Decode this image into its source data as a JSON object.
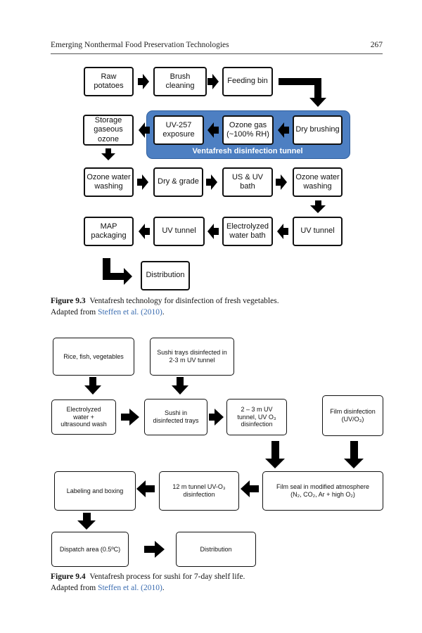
{
  "header": {
    "title": "Emerging Nonthermal Food Preservation Technologies",
    "page_number": "267"
  },
  "figure_9_3": {
    "tunnel_label": "Ventafresh disinfection tunnel",
    "boxes": {
      "raw_potatoes": "Raw\npotatoes",
      "brush_cleaning": "Brush\ncleaning",
      "feeding_bin": "Feeding bin",
      "storage_gaseous_ozone": "Storage\ngaseous\nozone",
      "uv257_exposure": "UV-257\nexposure",
      "ozone_gas": "Ozone gas\n(~100% RH)",
      "dry_brushing": "Dry brushing",
      "ozone_water_washing_1": "Ozone water\nwashing",
      "dry_grade": "Dry & grade",
      "us_uv_bath": "US & UV\nbath",
      "ozone_water_washing_2": "Ozone water\nwashing",
      "map_packaging": "MAP\npackaging",
      "uv_tunnel_1": "UV tunnel",
      "electrolyzed_water_bath": "Electrolyzed\nwater bath",
      "uv_tunnel_2": "UV tunnel",
      "distribution": "Distribution"
    },
    "caption": {
      "label": "Figure 9.3",
      "text": "Ventafresh technology for disinfection of fresh vegetables.",
      "adapted_prefix": "Adapted from ",
      "reference": "Steffen et al. (2010)",
      "adapted_suffix": "."
    }
  },
  "figure_9_4": {
    "boxes": {
      "rice_fish_vegetables": "Rice, fish, vegetables",
      "sushi_trays_disinfected": "Sushi trays disinfected in\n2-3 m UV tunnel",
      "electrolyzed_water_ultrasound": "Electrolyzed\nwater +\nultrasound wash",
      "sushi_in_disinfected_trays": "Sushi in\ndisinfected trays",
      "uv_tunnel_23m": "2 – 3 m UV\ntunnel, UV O₃\ndisinfection",
      "film_disinfection": "Film disinfection\n(UV/O₃)",
      "labeling_and_boxing": "Labeling and boxing",
      "tunnel_12m": "12 m tunnel UV-O₃\ndisinfection",
      "film_seal": "Film seal in modified atmosphere\n(N₂, CO₂, Ar + high O₂)",
      "dispatch_area": "Dispatch area (0.5ºC)",
      "distribution": "Distribution"
    },
    "caption": {
      "label": "Figure 9.4",
      "text": "Ventafresh process for sushi for 7-day shelf life.",
      "adapted_prefix": "Adapted from ",
      "reference": "Steffen et al. (2010)",
      "adapted_suffix": "."
    }
  }
}
